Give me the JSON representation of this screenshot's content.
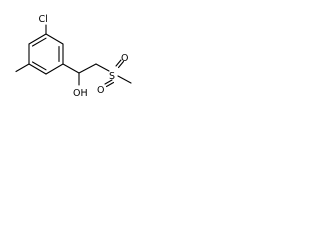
{
  "molecule": {
    "atoms": {
      "chlorine": "Cl",
      "hydroxyl": "OH",
      "sulfur": "S",
      "oxygen_left": "O",
      "oxygen_right": "O"
    }
  },
  "colors": {
    "bond": "#000000",
    "background": "#ffffff"
  }
}
